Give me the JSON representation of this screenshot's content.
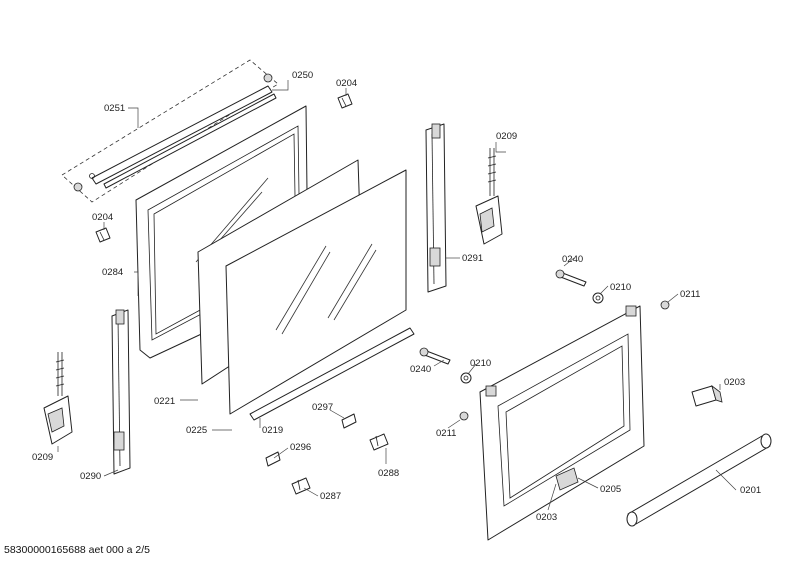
{
  "footer": "58300000165688 aet 000 a 2/5",
  "labels": {
    "p0250": "0250",
    "p0251": "0251",
    "p0204a": "0204",
    "p0204b": "0204",
    "p0209a": "0209",
    "p0209b": "0209",
    "p0284": "0284",
    "p0291": "0291",
    "p0240a": "0240",
    "p0240b": "0240",
    "p0210a": "0210",
    "p0210b": "0210",
    "p0211a": "0211",
    "p0211b": "0211",
    "p0203a": "0203",
    "p0203b": "0203",
    "p0221": "0221",
    "p0225": "0225",
    "p0219": "0219",
    "p0297": "0297",
    "p0296": "0296",
    "p0288": "0288",
    "p0287": "0287",
    "p0290": "0290",
    "p0205": "0205",
    "p0201": "0201"
  }
}
